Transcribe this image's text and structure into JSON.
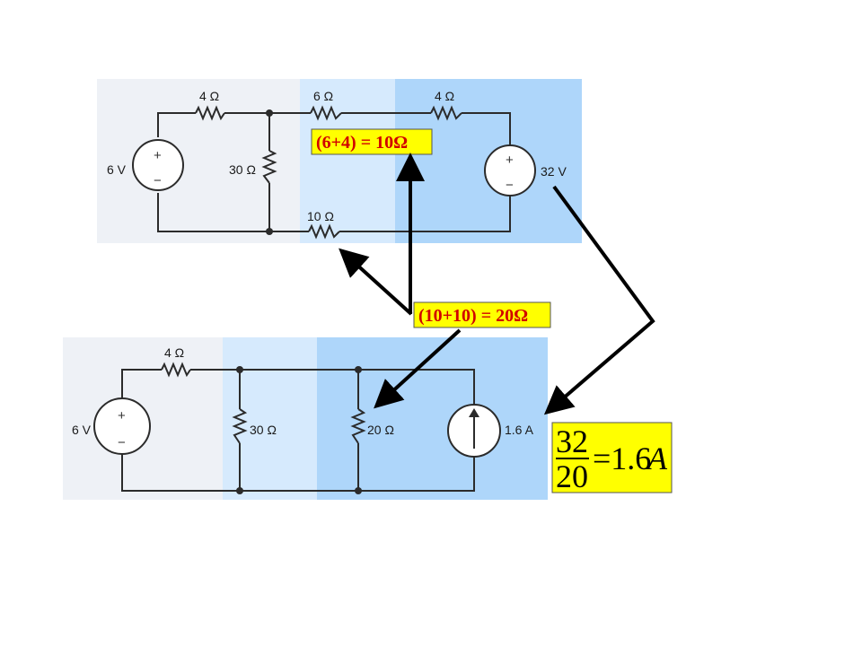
{
  "colors": {
    "panel_light": "#d6eafd",
    "panel_dark": "#aed6fa",
    "panel_bg": "#eef1f6",
    "highlight": "#ffff00",
    "equation_text": "#d10000",
    "wire": "#2b2b2b",
    "arrow": "#000000"
  },
  "top_circuit": {
    "source_left": {
      "label": "6 V",
      "plus": "+",
      "minus": "−"
    },
    "r_series_left": "4 Ω",
    "r_shunt": "30 Ω",
    "r_top_mid": "6 Ω",
    "r_top_right": "4 Ω",
    "r_bottom": "10 Ω",
    "source_right": {
      "label": "32 V",
      "plus": "+",
      "minus": "−"
    }
  },
  "bottom_circuit": {
    "source_left": {
      "label": "6 V",
      "plus": "+",
      "minus": "−"
    },
    "r_series": "4 Ω",
    "r_shunt_1": "30 Ω",
    "r_shunt_2": "20 Ω",
    "current_source": "1.6 A"
  },
  "annotations": {
    "eq_top": "(6+4) = 10Ω",
    "eq_mid": "(10+10) = 20Ω",
    "eq_frac": {
      "numerator": "32",
      "denominator": "20",
      "result_prefix": "=1.6",
      "result_unit": "A"
    }
  }
}
